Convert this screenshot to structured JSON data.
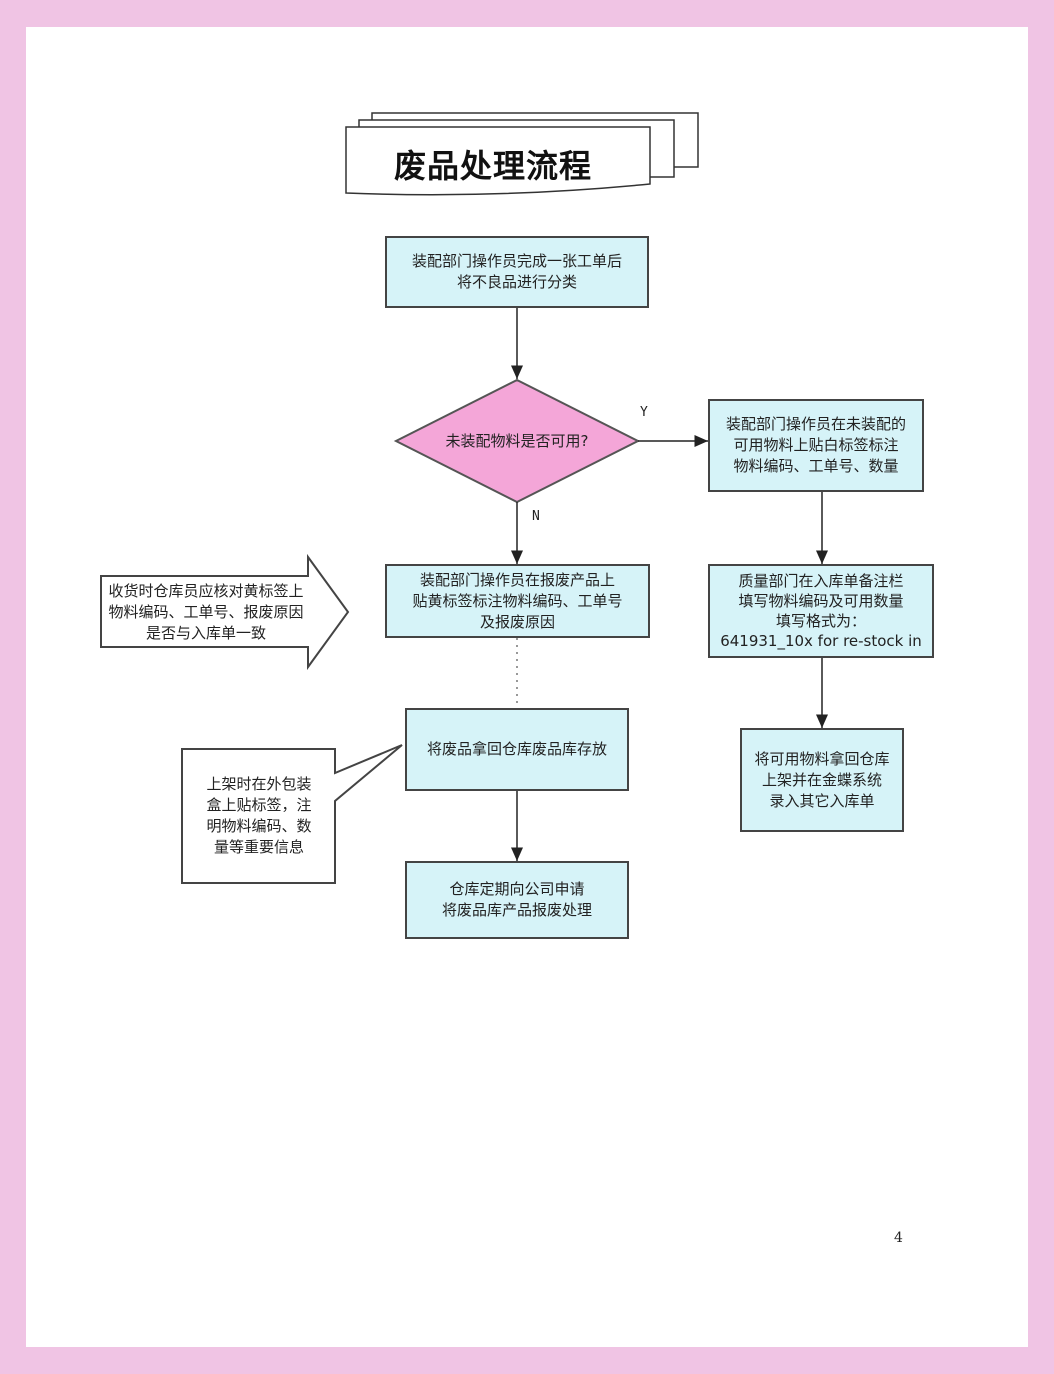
{
  "title": "废品处理流程",
  "nodes": {
    "start": "装配部门操作员完成一张工单后\n将不良品进行分类",
    "decision": "未装配物料是否可用?",
    "yes_label": "Y",
    "no_label": "N",
    "usable_label": "装配部门操作员在未装配的\n可用物料上贴白标签标注\n物料编码、工单号、数量",
    "quality_note": "质量部门在入库单备注栏\n填写物料编码及可用数量\n填写格式为：\n641931_10x for re-stock  in",
    "return_usable": "将可用物料拿回仓库\n上架并在金蝶系统\n录入其它入库单",
    "scrap_label": "装配部门操作员在报废产品上\n贴黄标签标注物料编码、工单号\n及报废原因",
    "scrap_store": "将废品拿回仓库废品库存放",
    "scrap_apply": "仓库定期向公司申请\n将废品库产品报废处理"
  },
  "callouts": {
    "receive_check": "收货时仓库员应核对黄标签上\n物料编码、工单号、报废原因\n是否与入库单一致",
    "shelf_label": "上架时在外包装\n盒上贴标签，注\n明物料编码、数\n量等重要信息"
  },
  "page_number": "4",
  "colors": {
    "background": "#f0c4e4",
    "process_fill": "#d6f3f8",
    "decision_fill": "#f4a6d8",
    "border": "#444444"
  }
}
